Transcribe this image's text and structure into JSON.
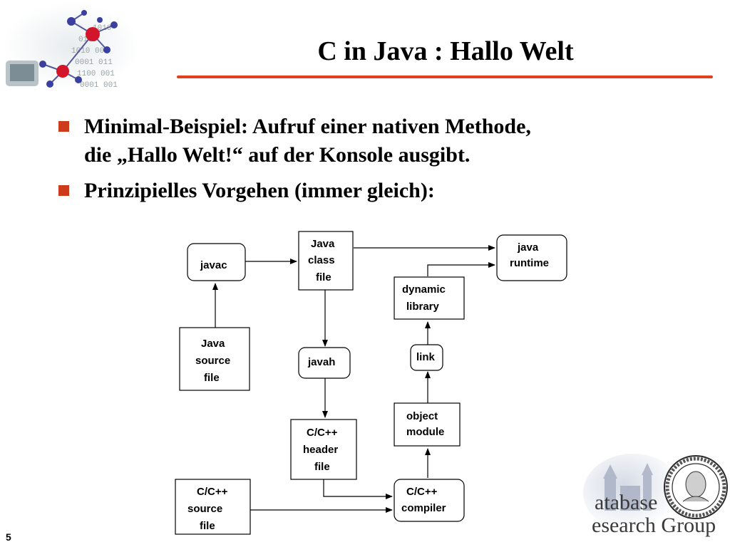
{
  "slide": {
    "title": "C in Java : Hallo Welt",
    "page_number": "5",
    "accent_color": "#e0401c",
    "bullet_color": "#cc3b1a"
  },
  "bullets": [
    {
      "lines": [
        "Minimal-Beispiel: Aufruf einer nativen Methode,",
        "die „Hallo Welt!“ auf der Konsole ausgibt."
      ]
    },
    {
      "lines": [
        "Prinzipielles Vorgehen (immer gleich):"
      ]
    }
  ],
  "diagram": {
    "nodes": {
      "javac": [
        "javac"
      ],
      "java_class_file": [
        "Java",
        "class",
        "file"
      ],
      "java_runtime": [
        "java",
        "runtime"
      ],
      "dynamic_library": [
        "dynamic",
        "library"
      ],
      "java_source_file": [
        "Java",
        "source",
        "file"
      ],
      "javah": [
        "javah"
      ],
      "link": [
        "link"
      ],
      "object_module": [
        "object",
        "module"
      ],
      "cpp_header_file": [
        "C/C++",
        "header",
        "file"
      ],
      "cpp_source_file": [
        "C/C++",
        "source",
        "file"
      ],
      "cpp_compiler": [
        "C/C++",
        "compiler"
      ]
    }
  },
  "branding": {
    "lines": [
      "atabase",
      "esearch Group"
    ],
    "seal_icon": "university-seal-icon",
    "network_icon": "molecule-network-icon"
  }
}
